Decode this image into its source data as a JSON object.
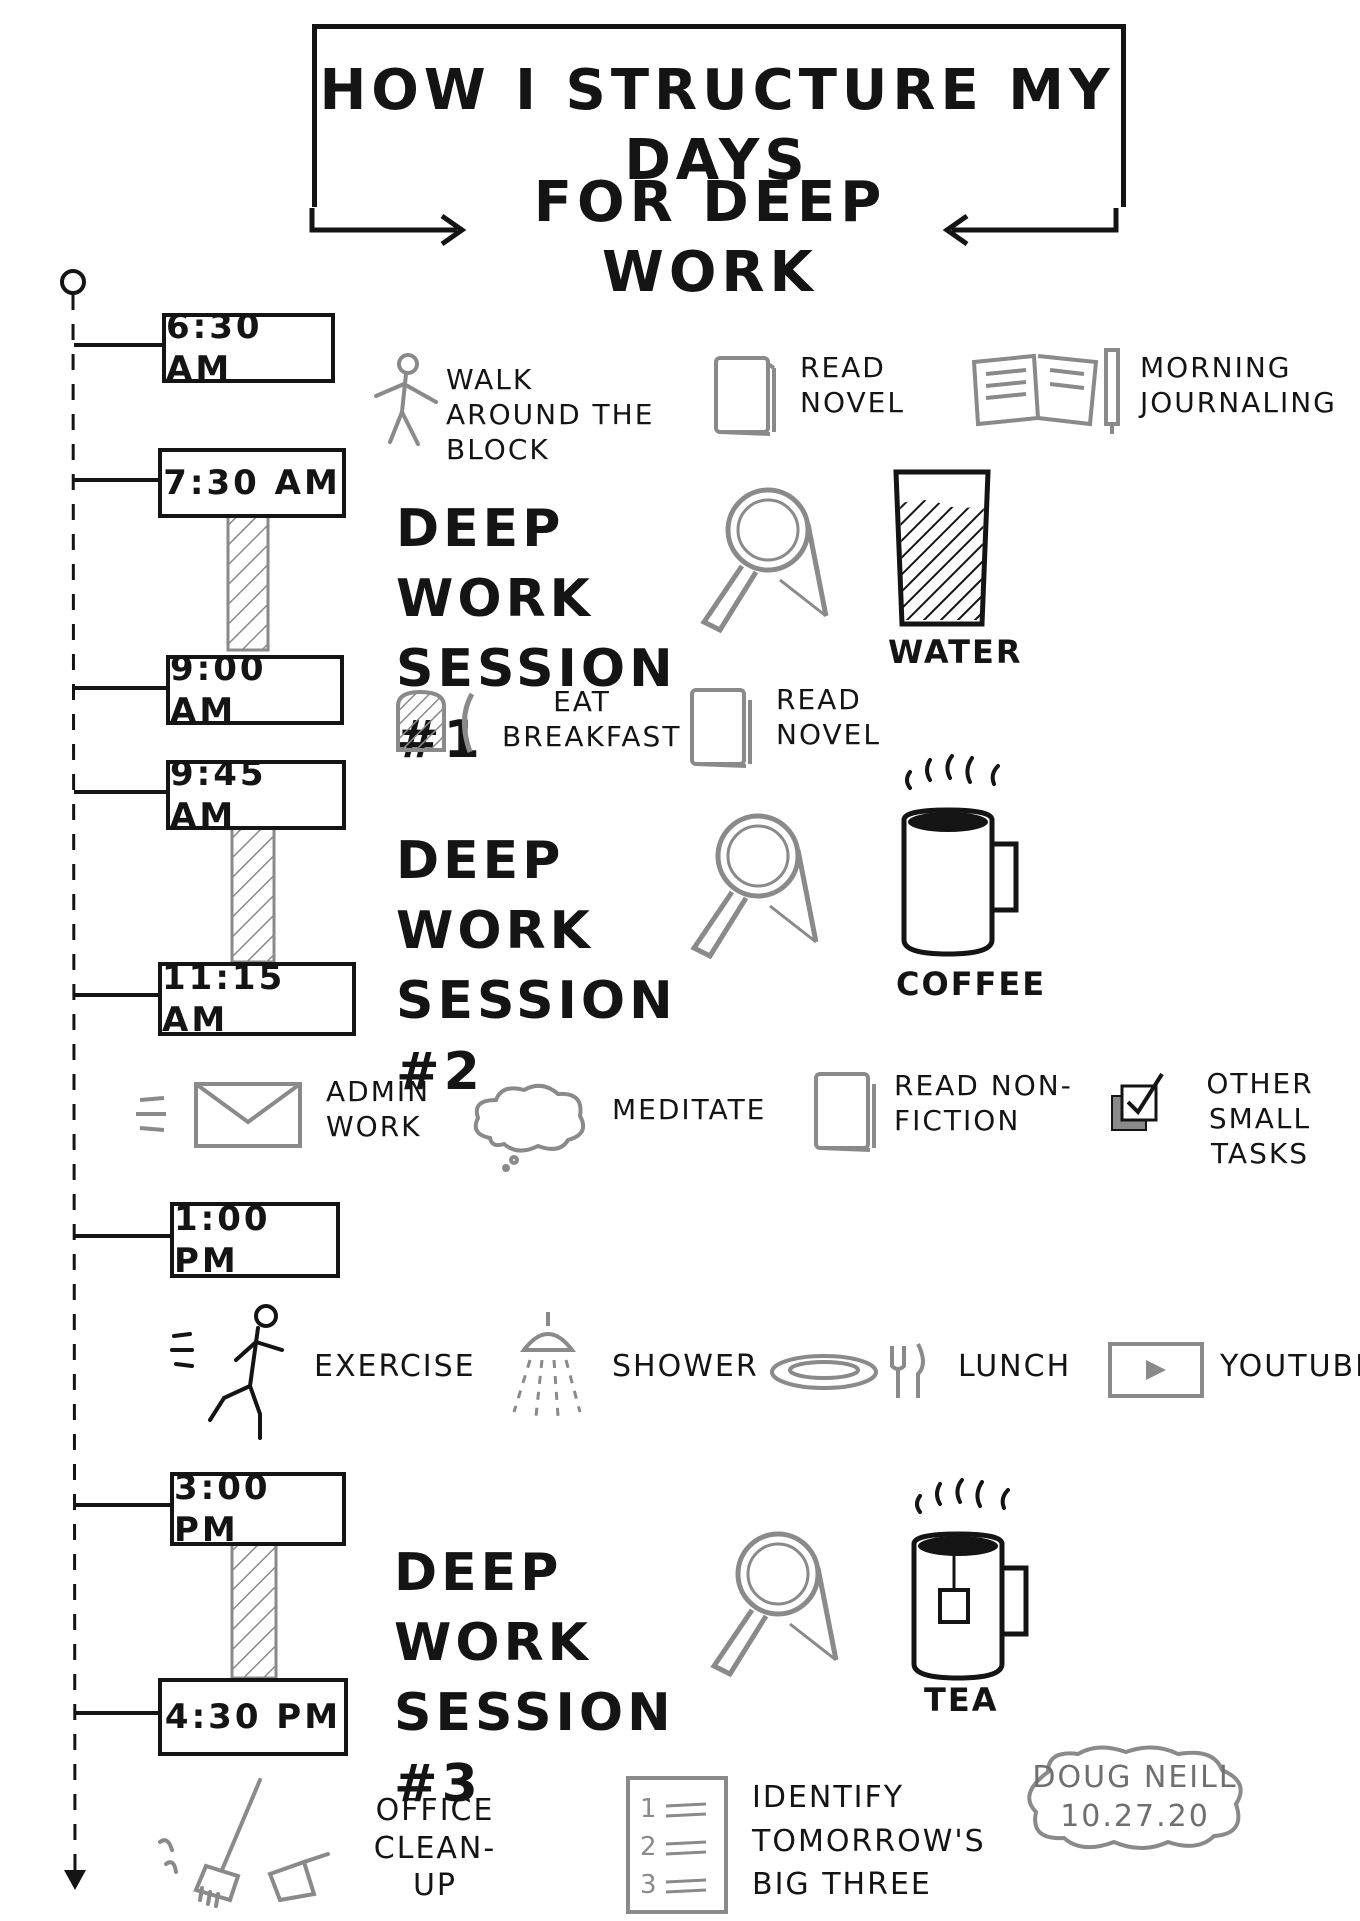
{
  "title": {
    "line1": "How I structure my days",
    "line2": "for Deep Work"
  },
  "timeline": {
    "times": [
      "6:30 AM",
      "7:30 AM",
      "9:00 AM",
      "9:45 AM",
      "11:15 AM",
      "1:00 PM",
      "3:00 PM",
      "4:30 PM"
    ]
  },
  "activities": {
    "walk": "Walk around the block",
    "read_novel_1": "Read novel",
    "journal": "Morning journaling",
    "deep1": "Deep Work Session #1",
    "water": "Water",
    "breakfast": "Eat breakfast",
    "read_novel_2": "Read novel",
    "deep2": "Deep Work Session #2",
    "coffee": "Coffee",
    "admin": "Admin work",
    "meditate": "Meditate",
    "nonfiction": "Read non-fiction",
    "small_tasks": "Other small tasks",
    "exercise": "Exercise",
    "shower": "Shower",
    "lunch": "Lunch",
    "youtube": "YouTube",
    "deep3": "Deep Work Session #3",
    "tea": "Tea",
    "cleanup": "Office clean-up",
    "big_three": "Identify tomorrow's big three",
    "list_numbers": [
      "1",
      "2",
      "3"
    ]
  },
  "signature": {
    "name": "Doug Neill",
    "date": "10.27.20"
  },
  "colors": {
    "ink": "#141414",
    "gray": "#8a8a8a",
    "signature": "#6f6f6f"
  }
}
